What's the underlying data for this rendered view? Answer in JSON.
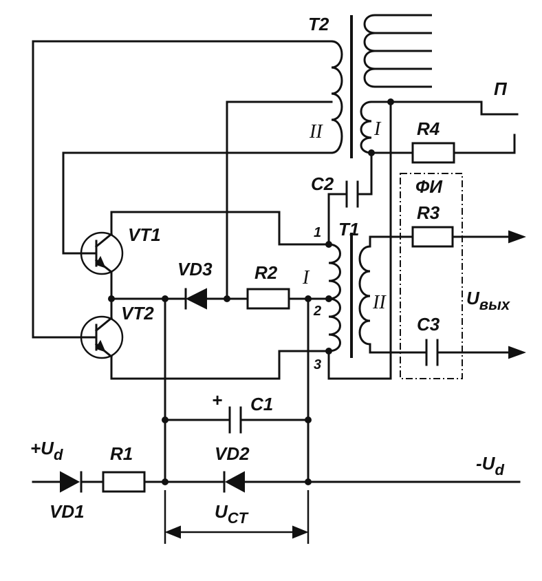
{
  "labels": {
    "t2": "T2",
    "t1": "T1",
    "vt1": "VT1",
    "vt2": "VT2",
    "vd1": "VD1",
    "vd2": "VD2",
    "vd3": "VD3",
    "r1": "R1",
    "r2": "R2",
    "r3": "R3",
    "r4": "R4",
    "c1": "C1",
    "c2": "C2",
    "c3": "C3",
    "c1_plus": "+",
    "p": "П",
    "fi": "ФИ",
    "t2_winding_2": "II",
    "t2_winding_1": "I",
    "t1_winding_1": "I",
    "t1_winding_2": "II",
    "pin1": "1",
    "pin2": "2",
    "pin3": "3",
    "u_plus_main": "+U",
    "u_plus_sub": "d",
    "u_minus_main": "-U",
    "u_minus_sub": "d",
    "u_out_main": "U",
    "u_out_sub": "вых",
    "u_st_main": "U",
    "u_st_sub": "CT"
  }
}
